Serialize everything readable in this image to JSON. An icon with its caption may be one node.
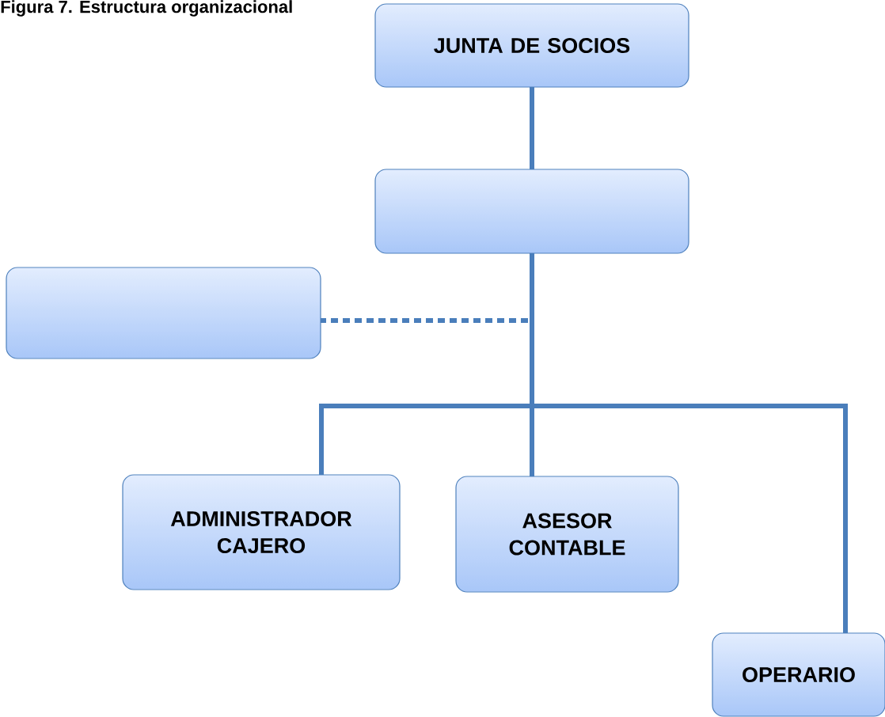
{
  "diagram": {
    "title": "Figura 7. Estructura organizacional",
    "nodes": [
      {
        "text": [
          "JUNTA DE SOCIOS"
        ]
      },
      {
        "text": [],
        "shape": "box"
      },
      {
        "text": [],
        "shape": "box"
      },
      {
        "text": [
          "ADMINISTRADOR CAJERO"
        ]
      },
      {
        "text": [
          "ASESOR CONTABLE"
        ]
      },
      {
        "text": [
          "OPERARIO"
        ]
      }
    ],
    "edges": [
      {
        "from": 0,
        "to": 1,
        "arrow": "none"
      },
      {
        "from": 1,
        "to": 2,
        "arrow": "none",
        "style": "dashed"
      },
      {
        "from": 1,
        "to": 3,
        "arrow": "none"
      },
      {
        "from": 1,
        "to": 4,
        "arrow": "none"
      },
      {
        "from": 1,
        "to": 5,
        "arrow": "none"
      }
    ]
  }
}
